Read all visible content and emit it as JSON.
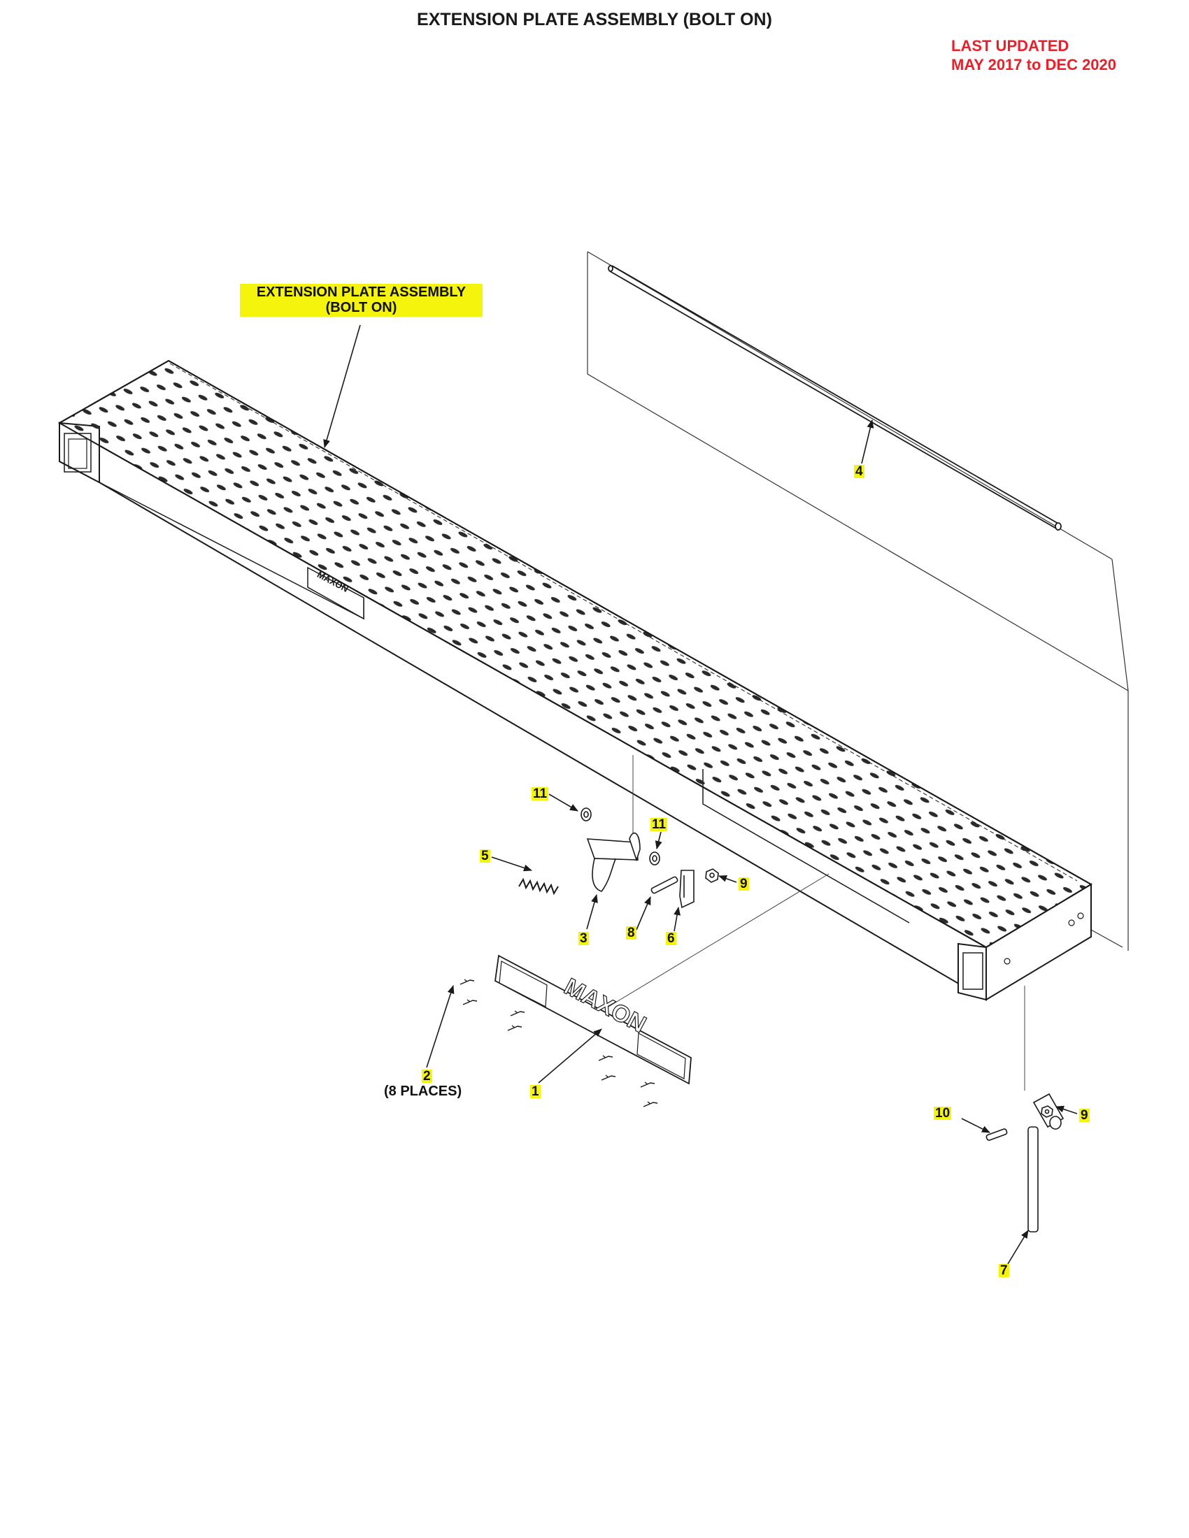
{
  "title": "EXTENSION PLATE ASSEMBLY (BOLT ON)",
  "last_updated": {
    "line1": "LAST UPDATED",
    "line2": "MAY 2017 to DEC 2020"
  },
  "assembly_label": {
    "line1": "EXTENSION PLATE ASSEMBLY",
    "line2": "(BOLT ON)"
  },
  "callouts": {
    "c1": "1",
    "c2": "2",
    "c2_note": "(8 PLACES)",
    "c3": "3",
    "c4": "4",
    "c5": "5",
    "c6": "6",
    "c7": "7",
    "c8": "8",
    "c9a": "9",
    "c9b": "9",
    "c10": "10",
    "c11a": "11",
    "c11b": "11"
  },
  "plate_brand": "MAXON",
  "small_brand": "MAXON",
  "colors": {
    "highlight": "#f4f40c",
    "updated_text": "#e8202a",
    "line": "#1a1a1a"
  }
}
